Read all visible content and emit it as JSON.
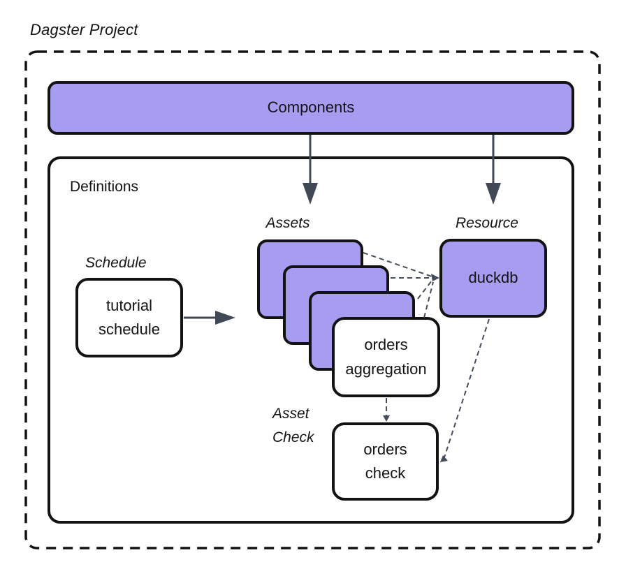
{
  "title": "Dagster Project",
  "components_bar": {
    "label": "Components"
  },
  "definitions": {
    "label": "Definitions"
  },
  "schedule": {
    "label": "Schedule",
    "box_label": "tutorial schedule"
  },
  "assets": {
    "label": "Assets",
    "stacked_card_count": 3,
    "front_box_label": "orders aggregation"
  },
  "resource": {
    "label": "Resource",
    "box_label": "duckdb"
  },
  "asset_check": {
    "label": "Asset Check",
    "box_label": "orders check"
  },
  "colors": {
    "node_purple": "#a69df1",
    "node_border": "#131313",
    "solid_arrow": "#414957",
    "dashed_connector": "#454d5c",
    "background": "#ffffff",
    "text": "#131313"
  },
  "connections": [
    {
      "from": "Components",
      "to": "Assets",
      "style": "solid-arrow"
    },
    {
      "from": "Components",
      "to": "Resource",
      "style": "solid-arrow"
    },
    {
      "from": "tutorial schedule",
      "to": "Assets",
      "style": "solid-arrow"
    },
    {
      "from": "asset card 1",
      "to": "duckdb",
      "style": "dashed-arrow"
    },
    {
      "from": "asset card 2",
      "to": "duckdb",
      "style": "dashed-arrow"
    },
    {
      "from": "asset card 3",
      "to": "duckdb",
      "style": "dashed-arrow"
    },
    {
      "from": "orders aggregation",
      "to": "duckdb",
      "style": "dashed-arrow"
    },
    {
      "from": "orders aggregation",
      "to": "orders check",
      "style": "dashed-arrow"
    },
    {
      "from": "duckdb",
      "to": "orders check",
      "style": "dashed-arrow"
    }
  ]
}
